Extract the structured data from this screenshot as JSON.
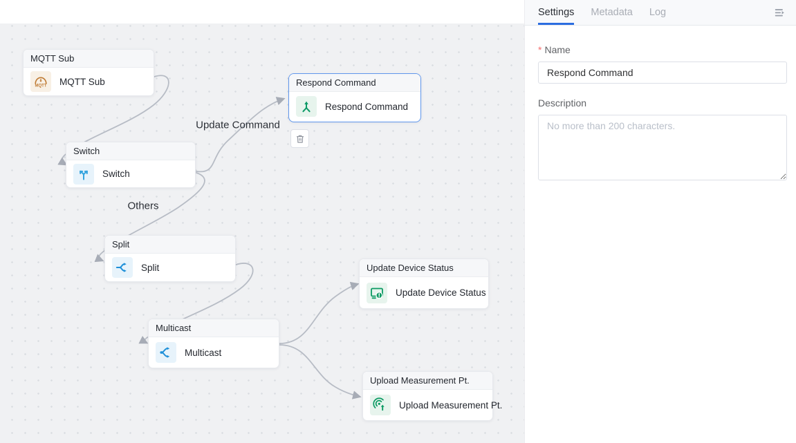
{
  "panel": {
    "tabs": [
      {
        "label": "Settings",
        "active": true
      },
      {
        "label": "Metadata",
        "active": false
      },
      {
        "label": "Log",
        "active": false
      }
    ],
    "form": {
      "required_marker": "*",
      "name_label": "Name",
      "name_value": "Respond Command",
      "description_label": "Description",
      "description_placeholder": "No more than 200 characters."
    }
  },
  "canvas": {
    "nodes": [
      {
        "title": "MQTT Sub",
        "label": "MQTT Sub",
        "icon": "mqtt-sub-icon",
        "color": "#bf7a33",
        "icon_bg": "#f8f0e5",
        "selected": false
      },
      {
        "title": "Switch",
        "label": "Switch",
        "icon": "switch-icon",
        "color": "#35a4de",
        "icon_bg": "#e7f3fb",
        "selected": false
      },
      {
        "title": "Respond Command",
        "label": "Respond Command",
        "icon": "respond-command-icon",
        "color": "#0c9a66",
        "icon_bg": "#e7f4ed",
        "selected": true
      },
      {
        "title": "Split",
        "label": "Split",
        "icon": "split-icon",
        "color": "#1d8fd8",
        "icon_bg": "#e7f3fb",
        "selected": false
      },
      {
        "title": "Multicast",
        "label": "Multicast",
        "icon": "multicast-icon",
        "color": "#1d8fd8",
        "icon_bg": "#e7f3fb",
        "selected": false
      },
      {
        "title": "Update Device Status",
        "label": "Update Device Status",
        "icon": "update-device-status-icon",
        "color": "#0b9a62",
        "icon_bg": "#e7f4ed",
        "selected": false
      },
      {
        "title": "Upload Measurement Pt.",
        "label": "Upload Measurement Pt.",
        "icon": "upload-measurement-icon",
        "color": "#0b9a62",
        "icon_bg": "#e7f4ed",
        "selected": false
      }
    ],
    "edges": [
      {
        "from": "MQTT Sub",
        "to": "Switch",
        "label": ""
      },
      {
        "from": "Switch",
        "to": "Respond Command",
        "label": "Update Command"
      },
      {
        "from": "Switch",
        "to": "Split",
        "label": "Others"
      },
      {
        "from": "Split",
        "to": "Multicast",
        "label": ""
      },
      {
        "from": "Multicast",
        "to": "Update Device Status",
        "label": ""
      },
      {
        "from": "Multicast",
        "to": "Upload Measurement Pt.",
        "label": ""
      }
    ]
  },
  "colors": {
    "tab_active_underline": "#2b6de0",
    "selected_node_border": "#5f96ec",
    "edge": "#b7bcc5",
    "canvas_bg": "#f0f1f3",
    "required": "#f56c6c"
  }
}
